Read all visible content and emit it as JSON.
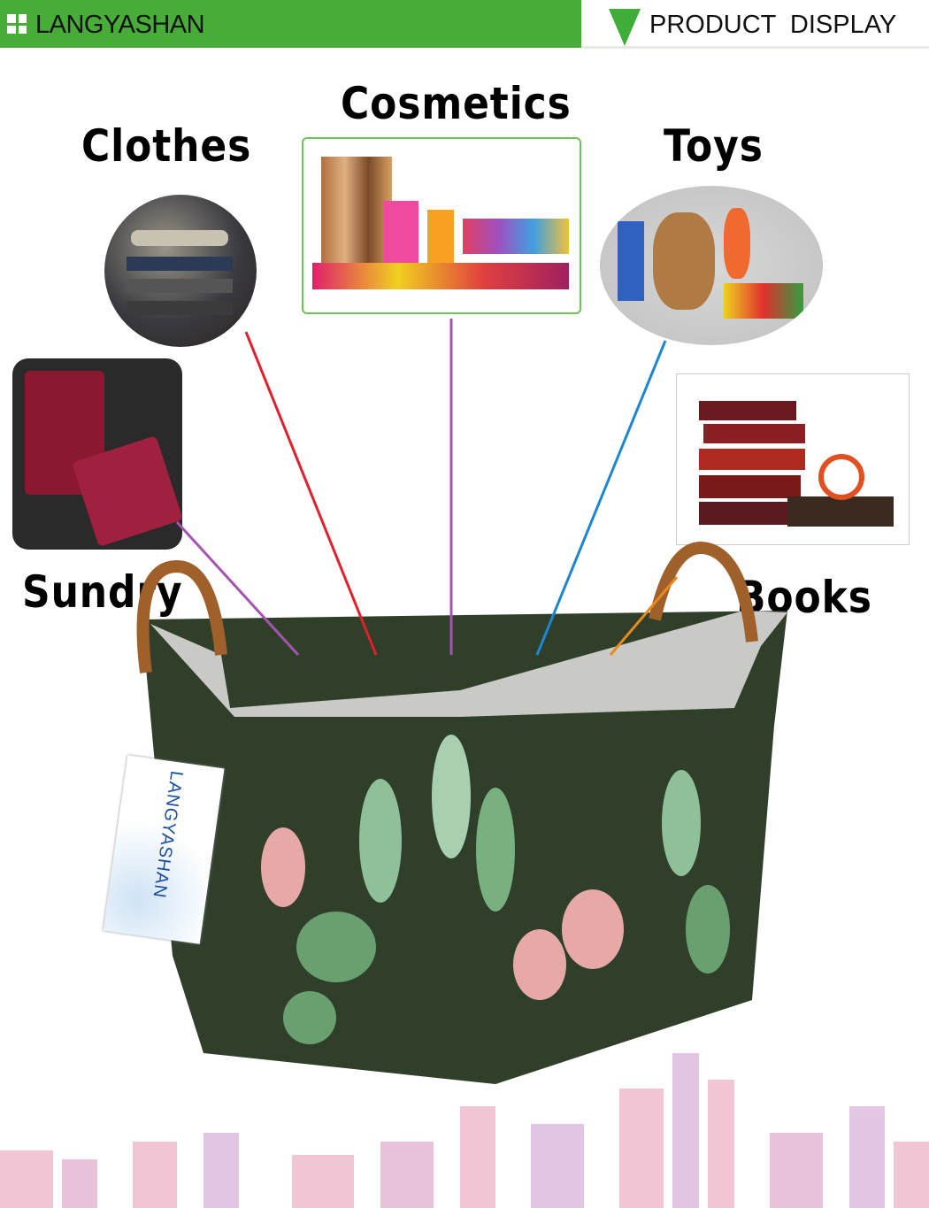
{
  "header": {
    "brand": "LANGYASHAN",
    "section_title": "PRODUCT  DISPLAY",
    "accent": "#48ad38"
  },
  "categories": [
    {
      "label": "Clothes",
      "arrow_color": "#e0202a"
    },
    {
      "label": "Cosmetics",
      "arrow_color": "#a455b0"
    },
    {
      "label": "Toys",
      "arrow_color": "#1d86d0"
    },
    {
      "label": "Sundry",
      "arrow_color": "#a455b0"
    },
    {
      "label": "Books",
      "arrow_color": "#e88a1e"
    }
  ],
  "product": {
    "tag_text": "LANGYASHAN",
    "basket_color": "#2f3f2a",
    "handle_color": "#a0602a"
  }
}
